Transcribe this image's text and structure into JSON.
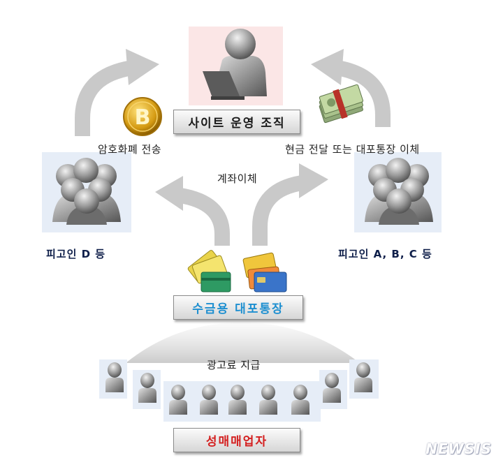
{
  "org_label": "사이트 운영 조직",
  "edge_crypto": "암호화폐 전송",
  "edge_cash": "현금 전달 또는 대포통장 이체",
  "edge_transfer": "계좌이체",
  "defendant_d": "피고인 D 등",
  "defendant_abc": "피고인 A, B, C 등",
  "account_label": "수금용 대포통장",
  "ad_fee": "광고료 지급",
  "brothel_label": "성매매업자",
  "watermark": "NEWSIS",
  "colors": {
    "org_text": "#1a1a1a",
    "account_text": "#1e8fd0",
    "brothel_text": "#d42020",
    "arrow": "#c9c9c9",
    "figure_bg": "#e6edf7",
    "org_bg": "#fbe6e6"
  },
  "icons": [
    "user-laptop-icon",
    "bitcoin-icon",
    "cash-bundle-icon",
    "group-icon",
    "bank-card-icon",
    "person-icon"
  ]
}
